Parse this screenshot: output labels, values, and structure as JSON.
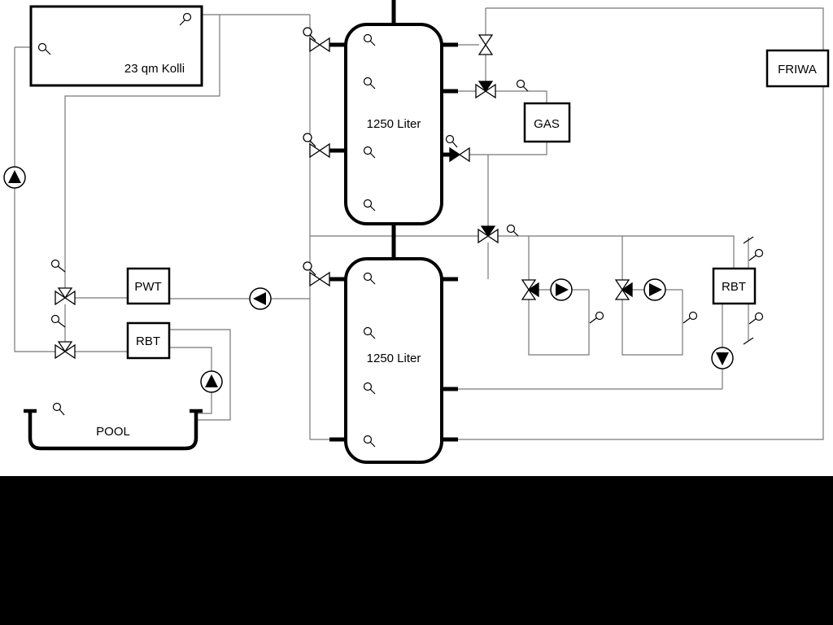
{
  "diagram": {
    "labels": {
      "collector": "23 qm Kolli",
      "tank1": "1250 Liter",
      "tank2": "1250 Liter",
      "pwt": "PWT",
      "rbt_left": "RBT",
      "rbt_right": "RBT",
      "gas": "GAS",
      "friwa": "FRIWA",
      "pool": "POOL"
    },
    "colors": {
      "background": "#ffffff",
      "letterbox": "#000000",
      "pipe_thin": "#777777",
      "pipe_thick": "#000000",
      "component_fill": "#ffffff",
      "component_stroke": "#000000"
    },
    "icons": {
      "pump-icon": "circle with filled flow-direction triangle",
      "three-way-valve-icon": "bowtie with branch triangle",
      "valve-icon": "bowtie",
      "motor-valve-icon": "bowtie with actuator circle",
      "temperature-sensor-icon": "small circle with stem"
    }
  }
}
